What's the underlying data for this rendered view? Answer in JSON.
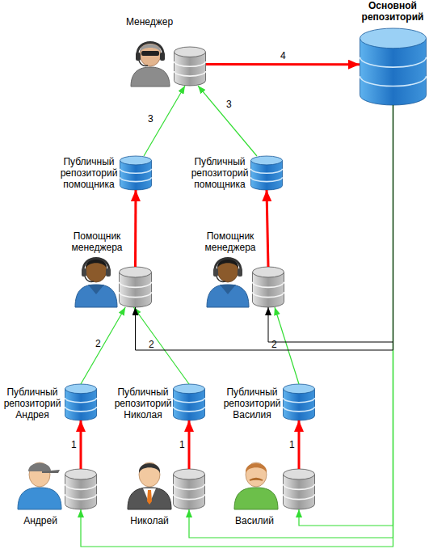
{
  "diagram": {
    "nodes": [
      {
        "text": [
          "Менеджер"
        ]
      },
      {
        "text": [
          "Основной репозиторий"
        ]
      },
      {
        "text": [
          "Публичный репозиторий помощника"
        ]
      },
      {
        "text": [
          "Публичный репозиторий помощника"
        ]
      },
      {
        "text": [
          "Помощник менеджера"
        ]
      },
      {
        "text": [
          "Помощник менеджера"
        ]
      },
      {
        "text": [
          "Публичный репозиторий Андрея"
        ]
      },
      {
        "text": [
          "Публичный репозиторий Николая"
        ]
      },
      {
        "text": [
          "Публичный репозиторий Василия"
        ]
      },
      {
        "text": [
          "Андрей"
        ]
      },
      {
        "text": [
          "Николай"
        ]
      },
      {
        "text": [
          "Василий"
        ]
      }
    ],
    "edges": [
      {
        "from": 0,
        "to": 1,
        "arrow": "to",
        "label": "4"
      },
      {
        "from": 2,
        "to": 0,
        "arrow": "to",
        "label": "3"
      },
      {
        "from": 3,
        "to": 0,
        "arrow": "to",
        "label": "3"
      },
      {
        "from": 4,
        "to": 2,
        "arrow": "to"
      },
      {
        "from": 5,
        "to": 3,
        "arrow": "to"
      },
      {
        "from": 6,
        "to": 4,
        "arrow": "to",
        "label": "2"
      },
      {
        "from": 7,
        "to": 4,
        "arrow": "to",
        "label": "2"
      },
      {
        "from": 8,
        "to": 5,
        "arrow": "to",
        "label": "2"
      },
      {
        "from": 9,
        "to": 6,
        "arrow": "to",
        "label": "1"
      },
      {
        "from": 10,
        "to": 7,
        "arrow": "to",
        "label": "1"
      },
      {
        "from": 11,
        "to": 8,
        "arrow": "to",
        "label": "1"
      },
      {
        "from": 1,
        "to": 9,
        "arrow": "to"
      },
      {
        "from": 1,
        "to": 10,
        "arrow": "to"
      },
      {
        "from": 1,
        "to": 11,
        "arrow": "to"
      },
      {
        "from": 1,
        "to": 4,
        "arrow": "to"
      },
      {
        "from": 1,
        "to": 5,
        "arrow": "to"
      }
    ]
  }
}
